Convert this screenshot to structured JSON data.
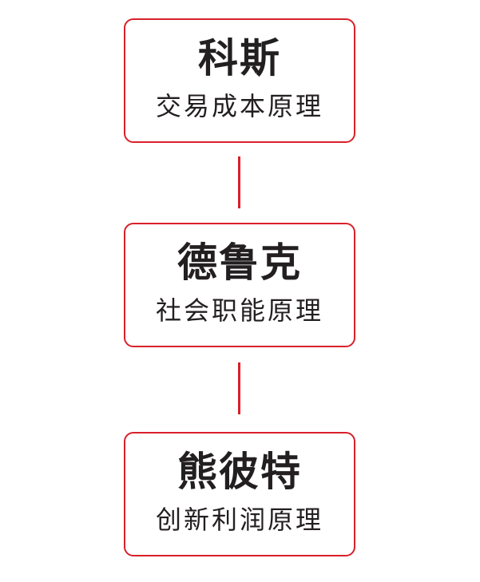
{
  "nodes": [
    {
      "name": "科斯",
      "principle": "交易成本原理"
    },
    {
      "name": "德鲁克",
      "principle": "社会职能原理"
    },
    {
      "name": "熊彼特",
      "principle": "创新利润原理"
    }
  ],
  "colors": {
    "border": "#d9202a",
    "connector": "#d9202a",
    "text": "#231f20"
  }
}
